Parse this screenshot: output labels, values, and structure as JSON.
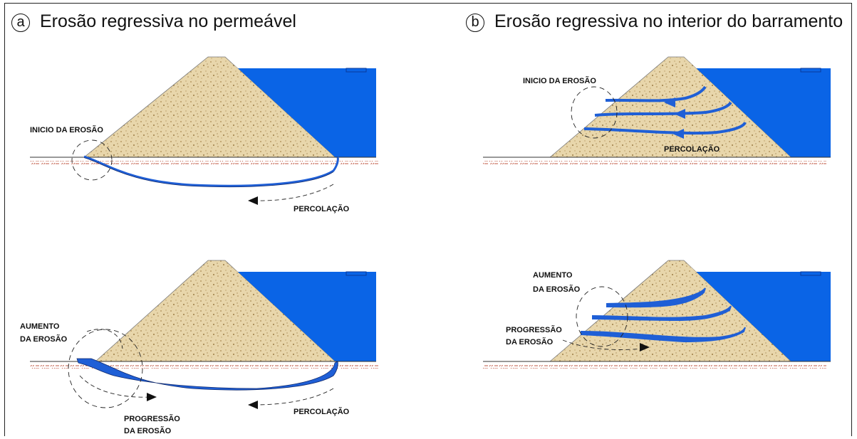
{
  "panel_a": {
    "letter": "a",
    "title": "Erosão regressiva no permeável",
    "top": {
      "start_label": "INICIO DA EROSÃO",
      "seepage_label": "PERCOLAÇÃO"
    },
    "bottom": {
      "increase_label_1": "AUMENTO",
      "increase_label_2": "DA EROSÃO",
      "progress_label_1": "PROGRESSÃO",
      "progress_label_2": "DA EROSÃO",
      "seepage_label": "PERCOLAÇÃO"
    }
  },
  "panel_b": {
    "letter": "b",
    "title": "Erosão regressiva no interior do barramento",
    "top": {
      "start_label": "INICIO DA EROSÃO",
      "seepage_label": "PERCOLAÇÃO"
    },
    "bottom": {
      "increase_label_1": "AUMENTO",
      "increase_label_2": "DA EROSÃO",
      "progress_label_1": "PROGRESSÃO",
      "progress_label_2": "DA EROSÃO"
    }
  },
  "colors": {
    "water": "#0a64e6",
    "dam_fill": "#e6d3a6",
    "dam_speckle": "#a8874e",
    "soil_hatch": "#c05a46",
    "pipe": "#1f5fd6"
  }
}
